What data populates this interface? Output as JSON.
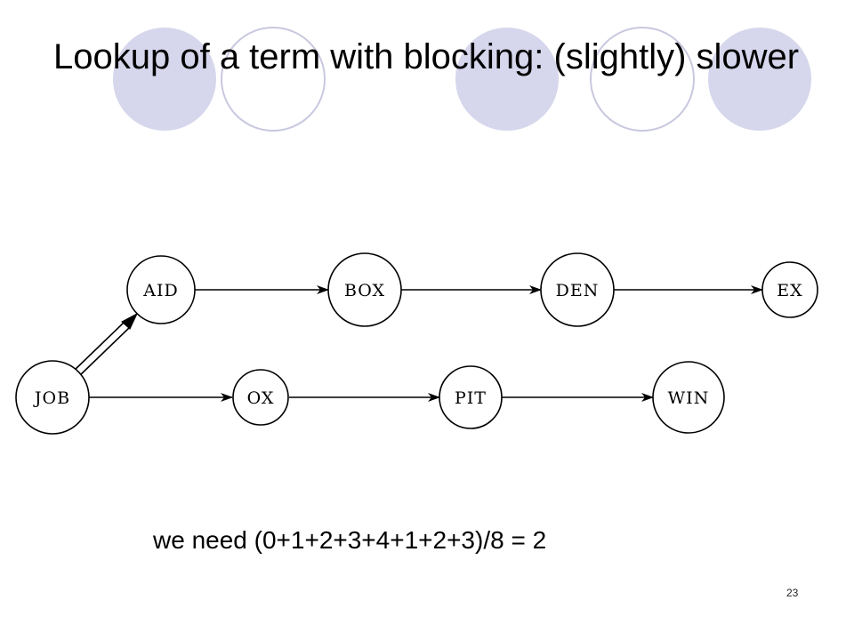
{
  "slide": {
    "title": "Lookup of a term with blocking: (slightly) slower",
    "formula": "we need (0+1+2+3+4+1+2+3)/8 = 2",
    "page_number": "23"
  },
  "colors": {
    "deco_fill": "#d6d6ec",
    "deco_stroke": "#c8c8e0",
    "ink": "#000000"
  },
  "diagram": {
    "nodes": [
      {
        "id": "aid",
        "label": "AID"
      },
      {
        "id": "box",
        "label": "BOX"
      },
      {
        "id": "den",
        "label": "DEN"
      },
      {
        "id": "ex",
        "label": "EX"
      },
      {
        "id": "job",
        "label": "JOB"
      },
      {
        "id": "ox",
        "label": "OX"
      },
      {
        "id": "pit",
        "label": "PIT"
      },
      {
        "id": "win",
        "label": "WIN"
      }
    ]
  }
}
